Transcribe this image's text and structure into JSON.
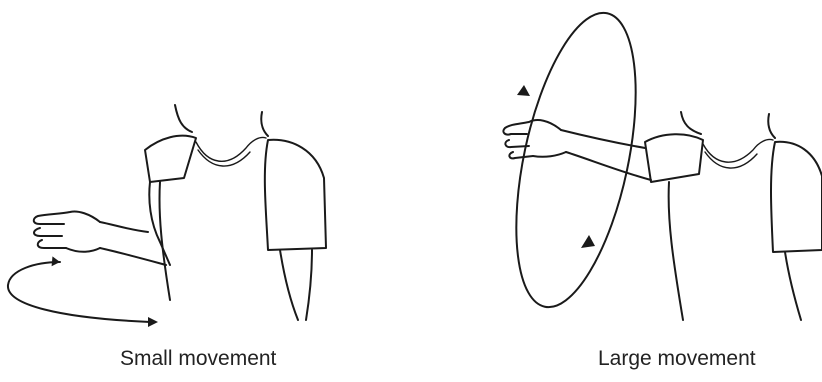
{
  "captions": {
    "left": "Small movement",
    "right": "Large movement"
  },
  "colors": {
    "ink": "#1a1a1a",
    "background": "#ffffff",
    "caption": "#222222"
  },
  "icons": {
    "left_arrow": "small-circular-arrow",
    "right_arrow": "large-elliptical-arrow"
  }
}
